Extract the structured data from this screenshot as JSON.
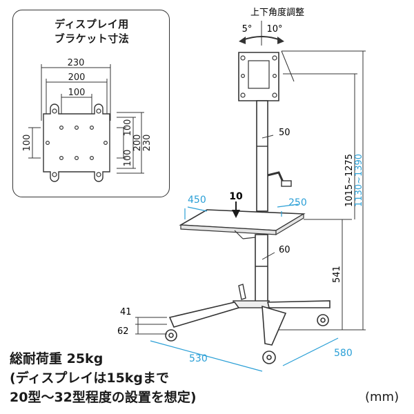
{
  "inset": {
    "title_line1": "ディスプレイ用",
    "title_line2": "ブラケット寸法",
    "dims": {
      "w230": "230",
      "w200": "200",
      "w100": "100",
      "left100": "100",
      "r100a": "100",
      "r100b": "100",
      "r200": "200",
      "r230": "230"
    }
  },
  "tilt": {
    "label": "上下角度調整",
    "back": "5°",
    "fwd": "10°"
  },
  "dims": {
    "shelf_w": "450",
    "shelf_d": "250",
    "shelf_gap": "10",
    "pole_upper": "50",
    "pole_lower": "60",
    "shelf_height_range": "1015~1275",
    "total_height_range": "1130~1390",
    "shelf_height": "541",
    "base_41": "41",
    "base_62": "62",
    "base_w": "530",
    "base_d": "580"
  },
  "caption": {
    "line1": "総耐荷重 25kg",
    "line2": "(ディスプレイは15kgまで",
    "line3": "20型～32型程度の設置を想定)"
  },
  "unit": "(mm)",
  "colors": {
    "line": "#333333",
    "blue_dim": "#2a9fd6",
    "metal": "#cfcfcf"
  }
}
